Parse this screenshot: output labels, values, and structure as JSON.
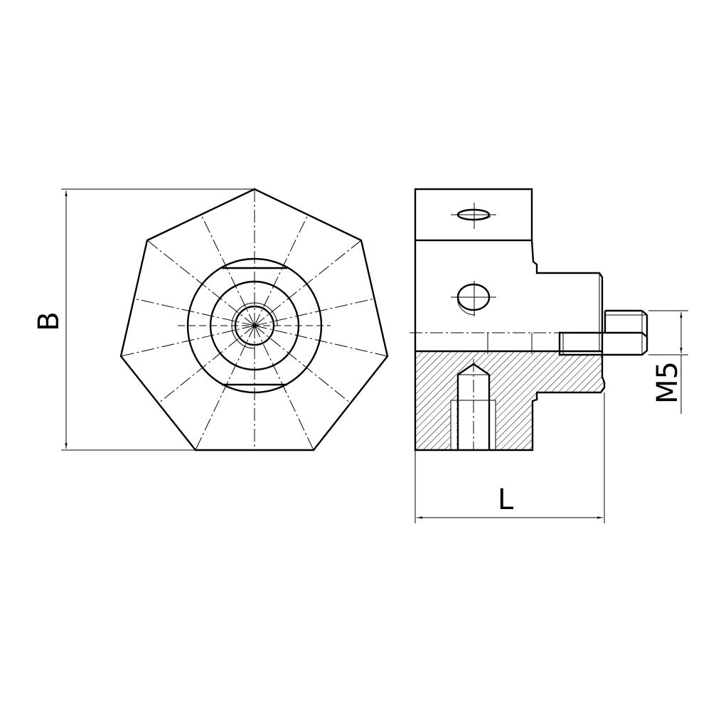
{
  "drawing": {
    "type": "technical-drawing",
    "views": [
      {
        "name": "front-view",
        "shape": "heptagon-with-concentric-bores"
      },
      {
        "name": "side-section-view",
        "shape": "stepped-body-with-threaded-stud"
      }
    ],
    "dimensions": {
      "height_label": "B",
      "length_label": "L",
      "thread_label": "M5"
    },
    "colors": {
      "line": "#000000",
      "background": "#ffffff"
    }
  }
}
